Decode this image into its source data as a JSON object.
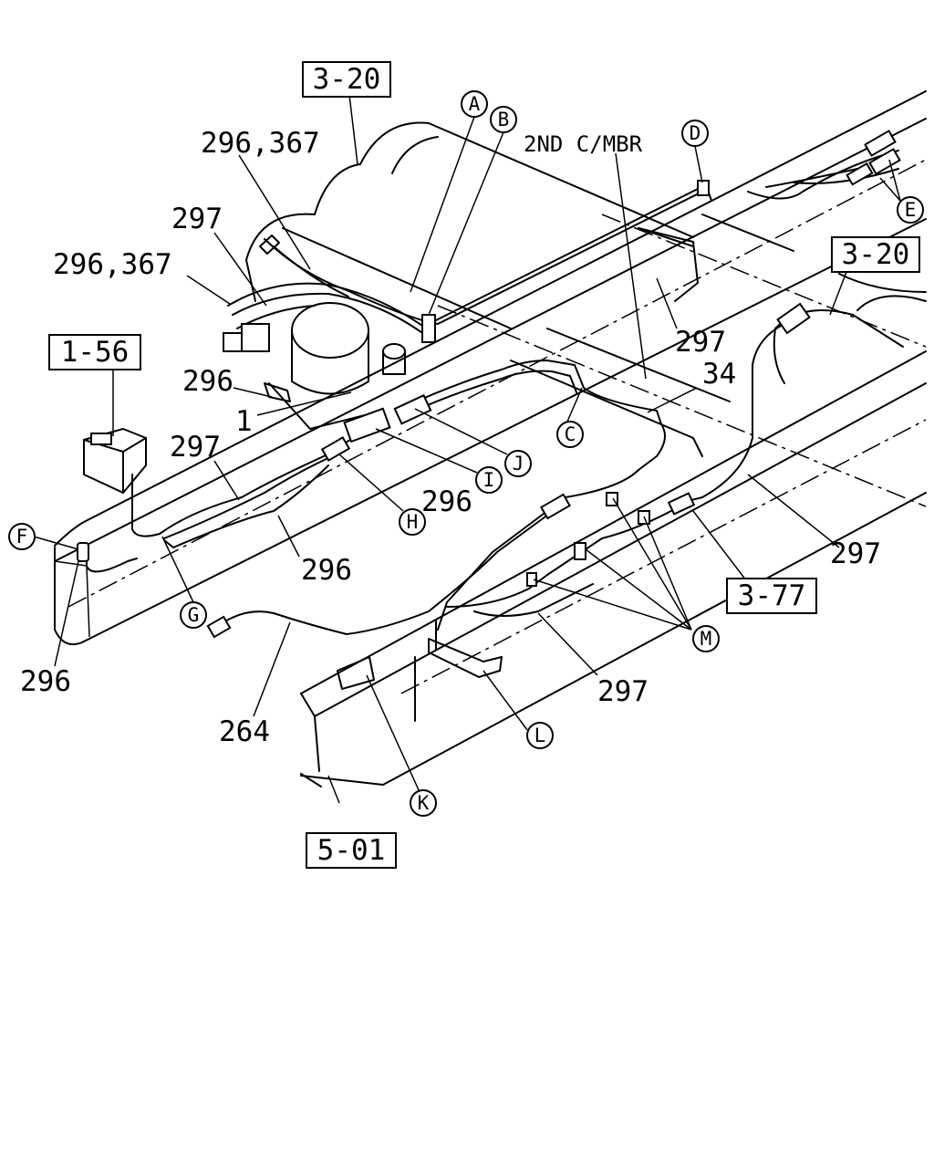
{
  "labels": {
    "n1": "296,367",
    "n2": "297",
    "n3": "296,367",
    "n4": "296",
    "n5": "1",
    "n6": "297",
    "n7": "296",
    "n8": "296",
    "n9": "296",
    "n10": "264",
    "n11": "297",
    "n12": "297",
    "n13": "297",
    "n14": "34",
    "text_2nd": "2ND C/MBR"
  },
  "refs": {
    "r1": "3-20",
    "r2": "3-20",
    "r3": "1-56",
    "r4": "3-77",
    "r5": "5-01"
  },
  "callouts": {
    "A": "A",
    "B": "B",
    "C": "C",
    "D": "D",
    "E": "E",
    "F": "F",
    "G": "G",
    "H": "H",
    "I": "I",
    "J": "J",
    "K": "K",
    "L": "L",
    "M": "M"
  }
}
